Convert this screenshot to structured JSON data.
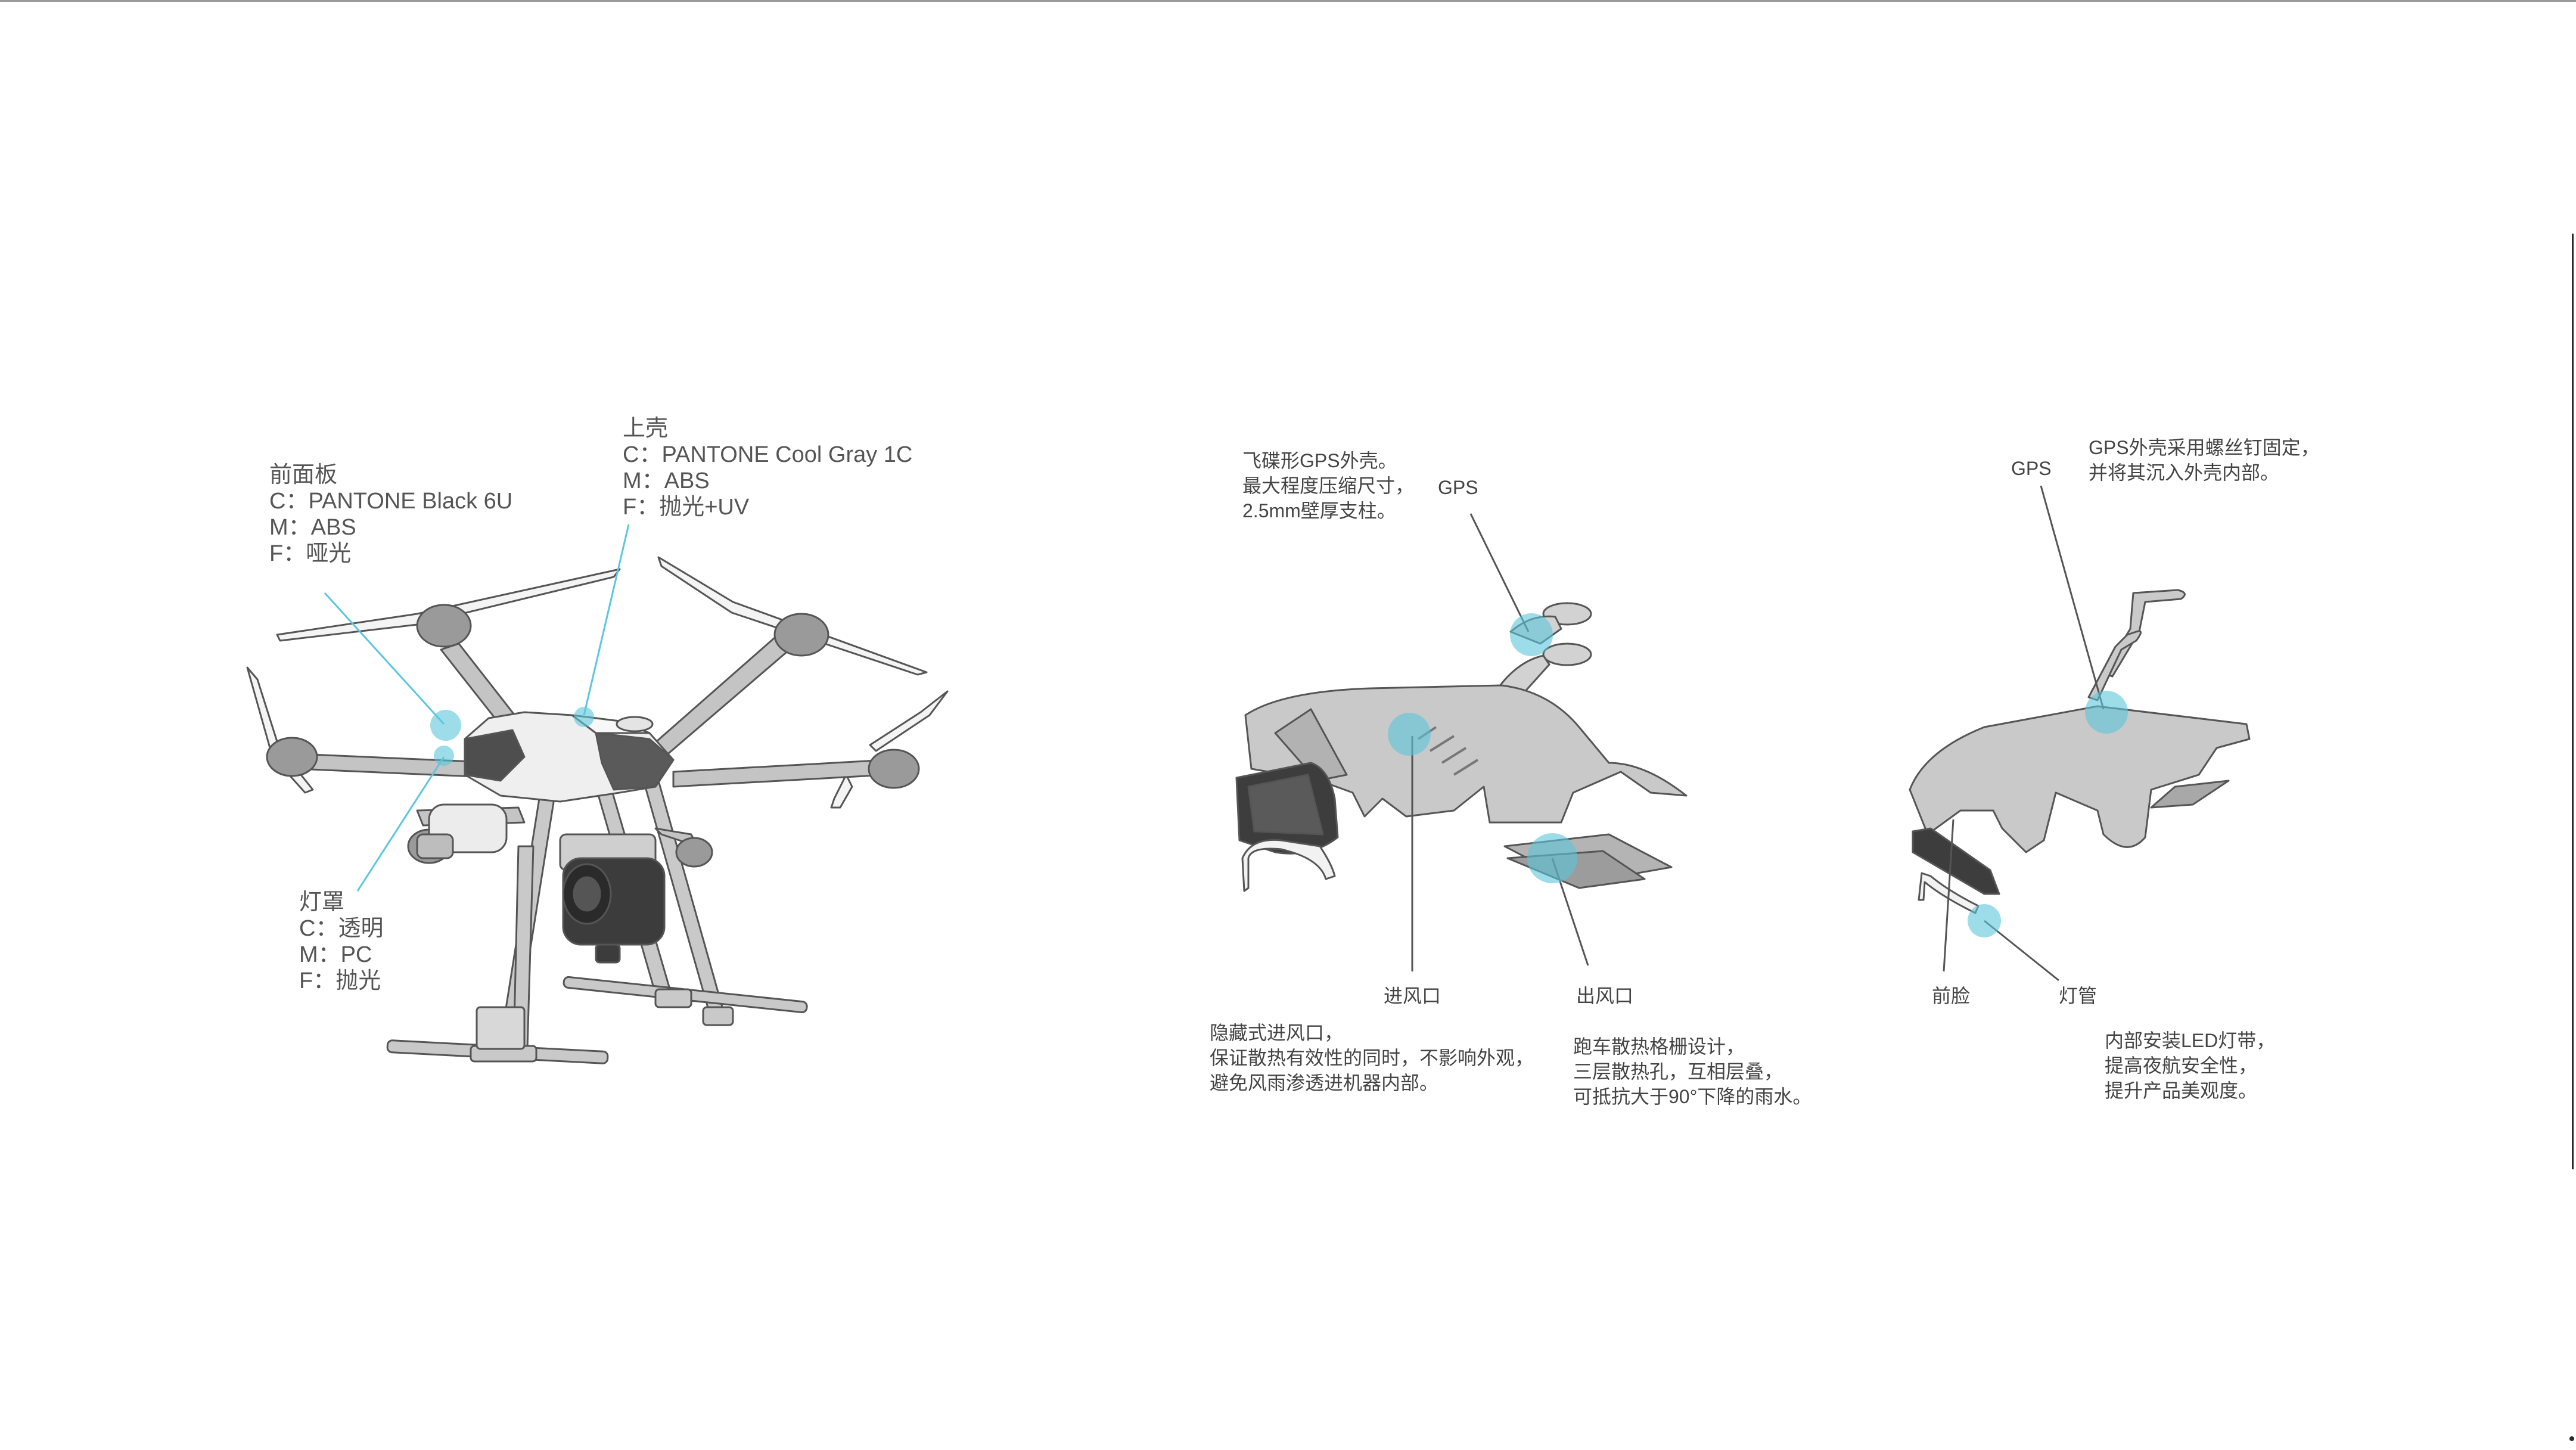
{
  "colors": {
    "accent": "#5bc6dc",
    "body": "#c8c8c8",
    "dark": "#4a4a4a",
    "line": "#5d5d5d"
  },
  "drone": {
    "front_panel": {
      "title": "前面板",
      "color": "C：PANTONE Black 6U",
      "material": "M：ABS",
      "finish": "F：哑光"
    },
    "upper_shell": {
      "title": "上壳",
      "color": "C：PANTONE Cool Gray 1C",
      "material": "M：ABS",
      "finish": "F：抛光+UV"
    },
    "lamp_cover": {
      "title": "灯罩",
      "color": "C：透明",
      "material": "M：PC",
      "finish": "F：抛光"
    }
  },
  "shell_left": {
    "gps_desc": [
      "飞碟形GPS外壳。",
      "最大程度压缩尺寸，",
      "2.5mm壁厚支柱。"
    ],
    "gps_tag": "GPS",
    "intake_tag": "进风口",
    "outlet_tag": "出风口",
    "intake_desc": [
      "隐藏式进风口，",
      "保证散热有效性的同时，不影响外观，",
      "避免风雨渗透进机器内部。"
    ],
    "outlet_desc": [
      "跑车散热格栅设计，",
      "三层散热孔，互相层叠，",
      "可抵抗大于90°下降的雨水。"
    ]
  },
  "shell_right": {
    "gps_tag": "GPS",
    "gps_desc": [
      "GPS外壳采用螺丝钉固定，",
      "并将其沉入外壳内部。"
    ],
    "front_tag": "前脸",
    "lamp_tag": "灯管",
    "lamp_desc": [
      "内部安装LED灯带，",
      "提高夜航安全性，",
      "提升产品美观度。"
    ]
  }
}
